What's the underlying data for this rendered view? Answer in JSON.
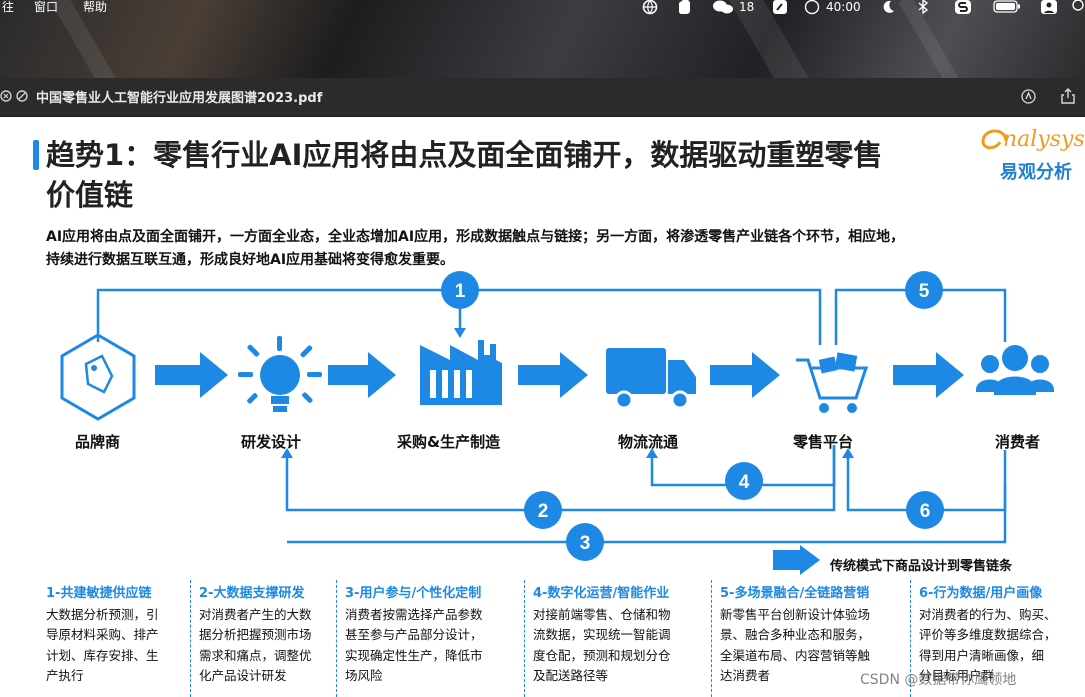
{
  "menubar": {
    "left_items": [
      "往",
      "窗口",
      "帮助"
    ],
    "wechat_count": "18",
    "time": "40:00"
  },
  "titlebar": {
    "filename": "中国零售业人工智能行业应用发展图谱2023.pdf"
  },
  "slide": {
    "heading_line1": "趋势1：零售行业AI应用将由点及面全面铺开，数据驱动重塑零售",
    "heading_line2": "价值链",
    "logo_en": "nalysys",
    "logo_cn": "易观分析",
    "paragraph_line1": "AI应用将由点及面全面铺开，一方面全业态，全业态增加AI应用，形成数据触点与链接；另一方面，将渗透零售产业链各个环节，相应地，",
    "paragraph_line2": "持续进行数据互联互通，形成良好地AI应用基础将变得愈发重要。",
    "nodes": [
      "品牌商",
      "研发设计",
      "采购&生产制造",
      "物流流通",
      "零售平台",
      "消费者"
    ],
    "circle_numbers": [
      "1",
      "2",
      "3",
      "4",
      "5",
      "6"
    ],
    "traditional_label": "传统模式下商品设计到零售链条",
    "columns": [
      {
        "title": "1-共建敏捷供应链",
        "lines": [
          "大数据分析预测，引",
          "导原材料采购、排产",
          "计划、库存安排、生",
          "产执行"
        ]
      },
      {
        "title": "2-大数据支撑研发",
        "lines": [
          "对消费者产生的大数",
          "据分析把握预测市场",
          "需求和痛点，调整优",
          "化产品设计研发"
        ]
      },
      {
        "title": "3-用户参与/个性化定制",
        "lines": [
          "消费者按需选择产品参数",
          "甚至参与产品部分设计，",
          "实现确定性生产，降低市",
          "场风险"
        ]
      },
      {
        "title": "4-数字化运营/智能作业",
        "lines": [
          "对接前端零售、仓储和物",
          "流数据，实现统一智能调",
          "度仓配，预测和规划分仓",
          "及配送路径等"
        ]
      },
      {
        "title": "5-多场景融合/全链路营销",
        "lines": [
          "新零售平台创新设计体验场",
          "景、融合多种业态和服务，",
          "全渠道布局、内容营销等触",
          "达消费者"
        ]
      },
      {
        "title": "6-行为数据/用户画像",
        "lines": [
          "对消费者的行为、购买、",
          "评价等多维度数据综合，",
          "得到用户清晰画像，细",
          "分目标用户群"
        ]
      }
    ],
    "watermark": "CSDN @数据带你鹰领地"
  },
  "colors": {
    "accent": "#1e88e5",
    "logo_orange": "#f39a1e"
  }
}
